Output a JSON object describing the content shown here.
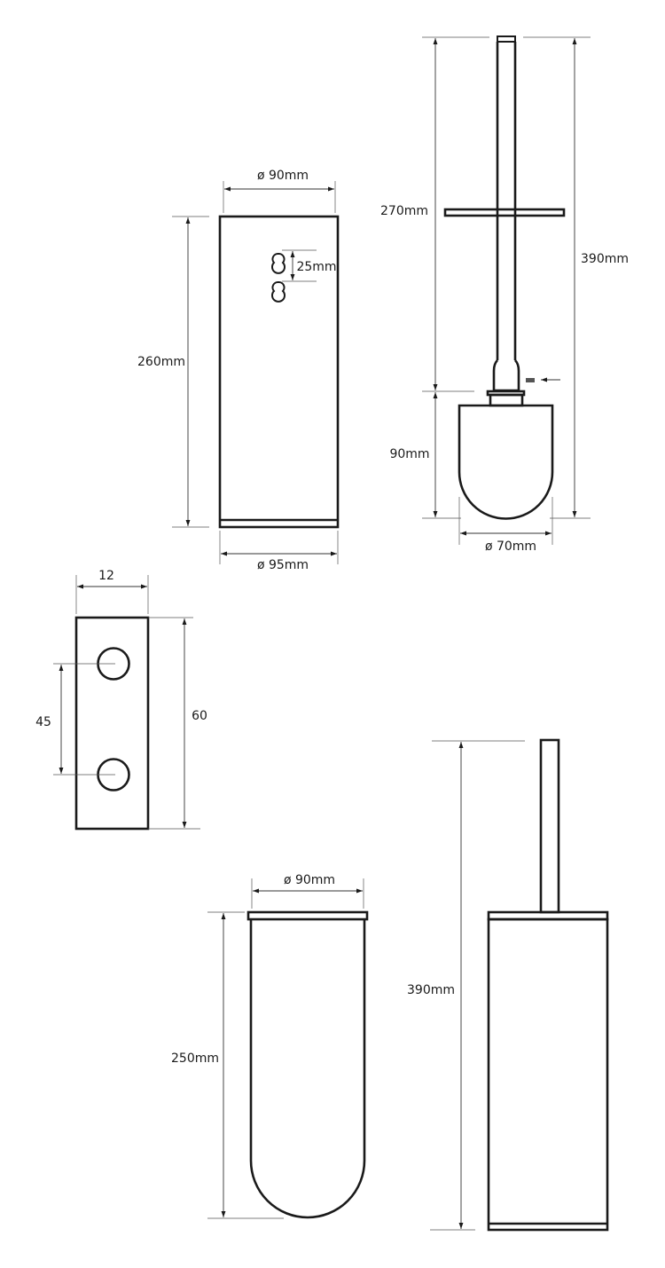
{
  "colors": {
    "line": "#1a1a1a",
    "background": "#ffffff"
  },
  "holder": {
    "top_diameter": "ø 90mm",
    "height": "260mm",
    "hole_spacing": "25mm",
    "bottom_diameter": "ø 95mm"
  },
  "brush": {
    "handle_length": "270mm",
    "total_length": "390mm",
    "head_length": "90mm",
    "head_diameter": "ø 70mm"
  },
  "bracket": {
    "width": "12",
    "hole_spacing": "45",
    "height": "60"
  },
  "insert": {
    "diameter": "ø 90mm",
    "height": "250mm"
  },
  "assembly": {
    "total_height": "390mm"
  }
}
